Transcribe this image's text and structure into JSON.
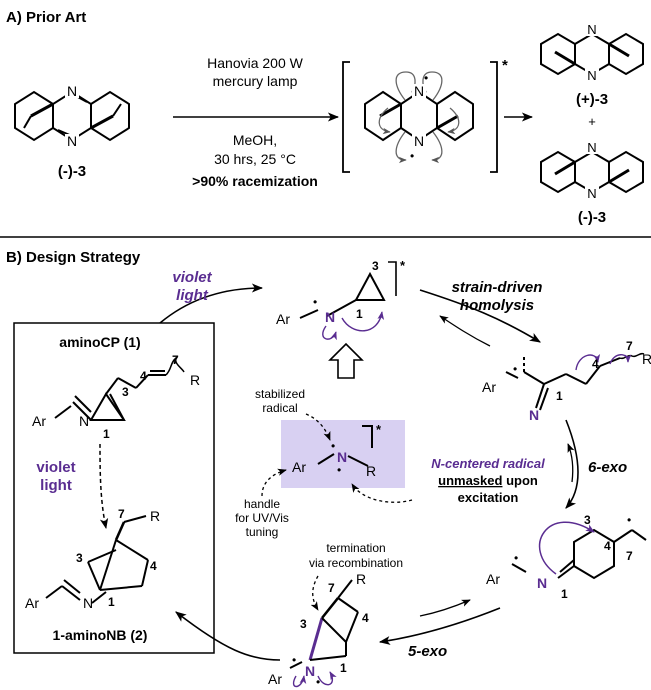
{
  "sections": {
    "a_title": "A) Prior Art",
    "b_title": "B) Design Strategy"
  },
  "prior_art": {
    "start_label": "(-)-3",
    "cond_lamp_1": "Hanovia 200 W",
    "cond_lamp_2": "mercury lamp",
    "cond_solvent": "MeOH,",
    "cond_time_temp": "30 hrs, 25 °C",
    "cond_result": ">90% racemization",
    "excited_mark": "*",
    "product_plus": "(+)-3",
    "plus_sign": "+",
    "product_minus": "(-)-3"
  },
  "design": {
    "box_title": "aminoCP (1)",
    "box_bottom_label": "1-aminoNB (2)",
    "violet_light_top": [
      "violet",
      "light"
    ],
    "violet_light_box": [
      "violet",
      "light"
    ],
    "strain_driven": [
      "strain-driven",
      "homolysis"
    ],
    "six_exo": "6-exo",
    "five_exo": "5-exo",
    "stabilized_radical": [
      "stabilized",
      "radical"
    ],
    "handle": [
      "handle",
      "for UV/Vis",
      "tuning"
    ],
    "n_centered": "N-centered radical",
    "unmasked_word": "unmasked",
    "upon_word": " upon",
    "excitation": "excitation",
    "termination": [
      "termination",
      "via recombination"
    ],
    "excited_mark": "*"
  },
  "atoms": {
    "N": "N",
    "Ar": "Ar",
    "R": "R",
    "radical_dot": "•",
    "n1": "1",
    "n3": "3",
    "n4": "4",
    "n7": "7"
  },
  "colors": {
    "violet": "#5a2d91",
    "lavender_box": "#d8d0f2",
    "black": "#000000"
  }
}
